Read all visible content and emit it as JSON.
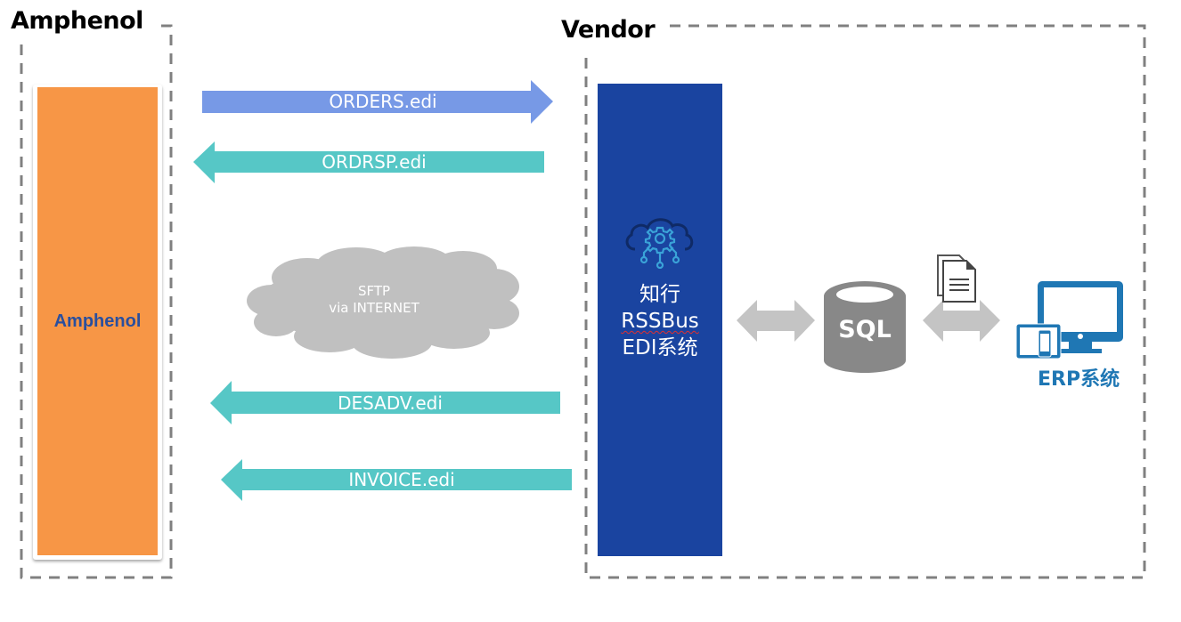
{
  "amphenol_section": {
    "title": "Amphenol",
    "block_label": "Amphenol",
    "block_color": "#f79646",
    "block_text_color": "#2a4f9e"
  },
  "vendor_section": {
    "title": "Vendor"
  },
  "flows": [
    {
      "label": "ORDERS.edi",
      "direction": "to-vendor",
      "color": "#7799e6"
    },
    {
      "label": "ORDRSP.edi",
      "direction": "to-amphenol",
      "color": "#56c7c6"
    },
    {
      "label": "DESADV.edi",
      "direction": "to-amphenol",
      "color": "#56c7c6"
    },
    {
      "label": "INVOICE.edi",
      "direction": "to-amphenol",
      "color": "#56c7c6"
    }
  ],
  "cloud": {
    "line1": "SFTP",
    "line2": "via INTERNET",
    "color": "#c0c0c0"
  },
  "edi_system": {
    "line1": "知行",
    "line2": "RSSBus",
    "line3": "EDI系统",
    "icon": "cloud-gear-icon",
    "color": "#1a44a0"
  },
  "database": {
    "label": "SQL",
    "icon": "database-icon",
    "color": "#888888"
  },
  "documents_icon": "documents-icon",
  "erp": {
    "label": "ERP系统",
    "icon": "devices-icon",
    "color": "#1f77b4"
  },
  "connector_color": "#c4c4c4",
  "border_color": "#808080"
}
